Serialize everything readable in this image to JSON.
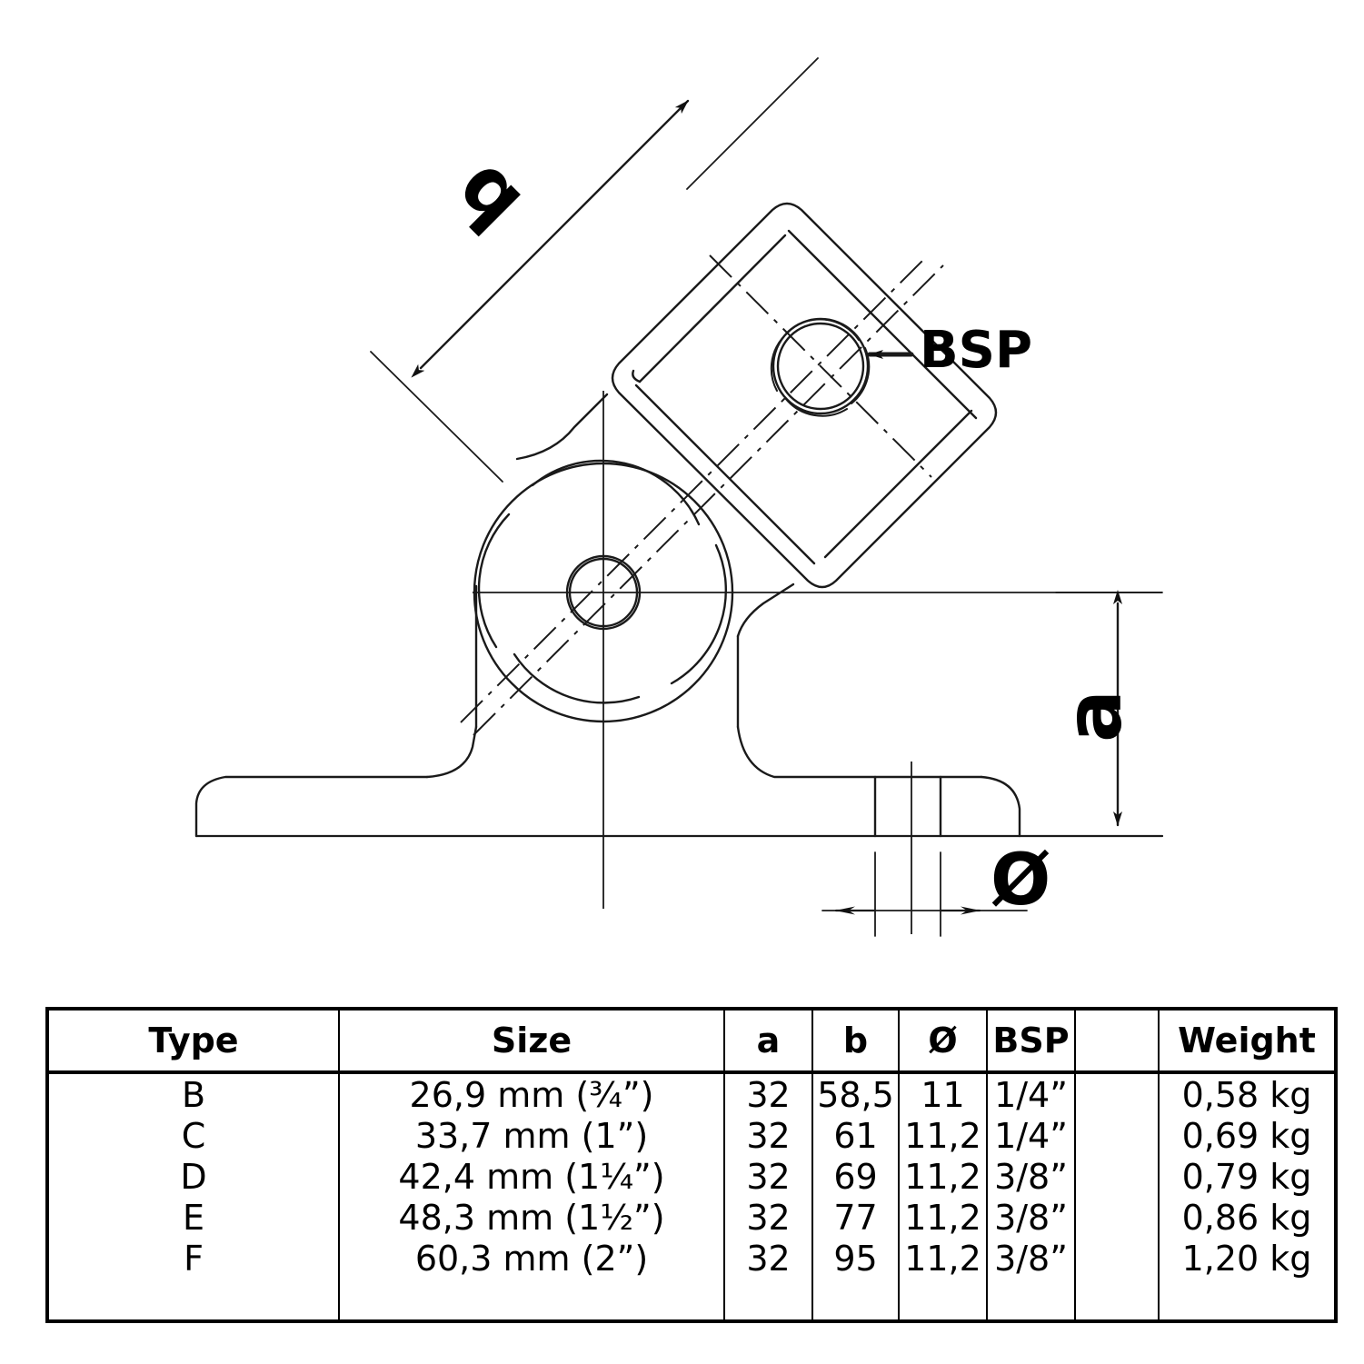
{
  "drawing": {
    "labels": {
      "b": "b",
      "a": "a",
      "diameter": "Ø",
      "bsp": "BSP"
    },
    "line_color": "#1a1a1a"
  },
  "table": {
    "headers": {
      "type": "Type",
      "size": "Size",
      "a": "a",
      "b": "b",
      "diameter": "Ø",
      "bsp": "BSP",
      "blank": "",
      "weight": "Weight"
    },
    "rows": [
      {
        "type": "B",
        "size": "26,9 mm (¾”)",
        "a": "32",
        "b": "58,5",
        "diameter": "11",
        "bsp": "1/4”",
        "blank": "",
        "weight": "0,58 kg"
      },
      {
        "type": "C",
        "size": "33,7 mm (1”)",
        "a": "32",
        "b": "61",
        "diameter": "11,2",
        "bsp": "1/4”",
        "blank": "",
        "weight": "0,69 kg"
      },
      {
        "type": "D",
        "size": "42,4 mm (1¼”)",
        "a": "32",
        "b": "69",
        "diameter": "11,2",
        "bsp": "3/8”",
        "blank": "",
        "weight": "0,79 kg"
      },
      {
        "type": "E",
        "size": "48,3 mm (1½”)",
        "a": "32",
        "b": "77",
        "diameter": "11,2",
        "bsp": "3/8”",
        "blank": "",
        "weight": "0,86 kg"
      },
      {
        "type": "F",
        "size": "60,3 mm (2”)",
        "a": "32",
        "b": "95",
        "diameter": "11,2",
        "bsp": "3/8”",
        "blank": "",
        "weight": "1,20 kg"
      }
    ]
  }
}
